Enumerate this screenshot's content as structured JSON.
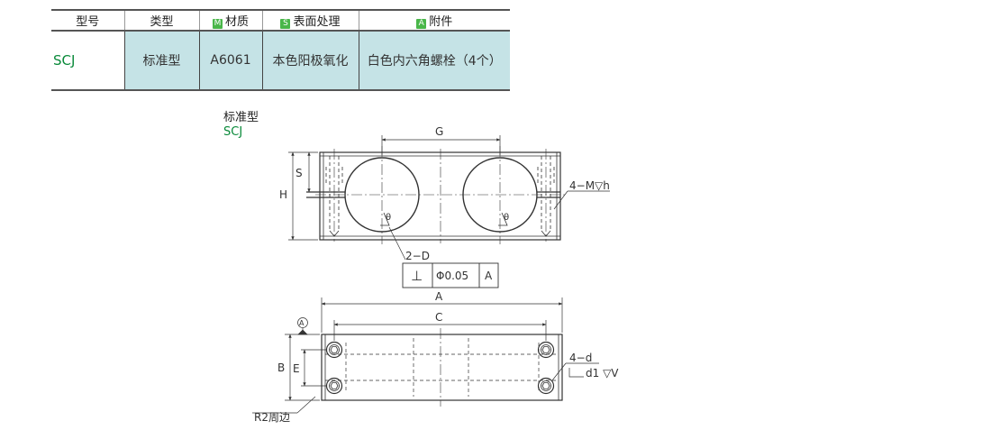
{
  "table": {
    "headers": {
      "model": "型号",
      "type": "类型",
      "material_badge": "M",
      "material": "材质",
      "surface_badge": "S",
      "surface": "表面处理",
      "accessory_badge": "A",
      "accessory": "附件"
    },
    "row": {
      "model": "SCJ",
      "type": "标准型",
      "material": "A6061",
      "surface": "本色阳极氧化",
      "accessory": "白色内六角螺栓（4个）"
    }
  },
  "drawing": {
    "title_type": "标准型",
    "title_model": "SCJ",
    "labels": {
      "G": "G",
      "S": "S",
      "H": "H",
      "theta": "θ",
      "mount": "4−M▽h",
      "bore": "2−D",
      "tolerance_symbol": "⊥",
      "tolerance_value": "Φ0.05",
      "datum": "A",
      "A": "A",
      "C": "C",
      "B": "B",
      "E": "E",
      "datum_marker": "A",
      "hole": "4−d",
      "counterbore": "d1 ▽V",
      "radius": "R2周边"
    },
    "colors": {
      "bore_label": "#1a7fd0",
      "model": "#0a8a3a"
    }
  }
}
